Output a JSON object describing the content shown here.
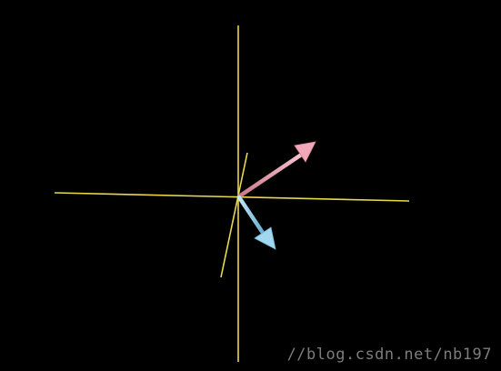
{
  "scene": {
    "background": "#000000",
    "axis_color": "#e8d84a",
    "axes": [
      {
        "name": "x-axis"
      },
      {
        "name": "y-axis"
      },
      {
        "name": "z-axis"
      }
    ],
    "vectors": [
      {
        "name": "pink-vector",
        "color": "#e898a8",
        "head_color": "#f0a8b8"
      },
      {
        "name": "blue-vector",
        "color": "#8cc8e4",
        "head_color": "#a0d8f0"
      }
    ]
  },
  "watermark": {
    "text": "//blog.csdn.net/nb197"
  }
}
